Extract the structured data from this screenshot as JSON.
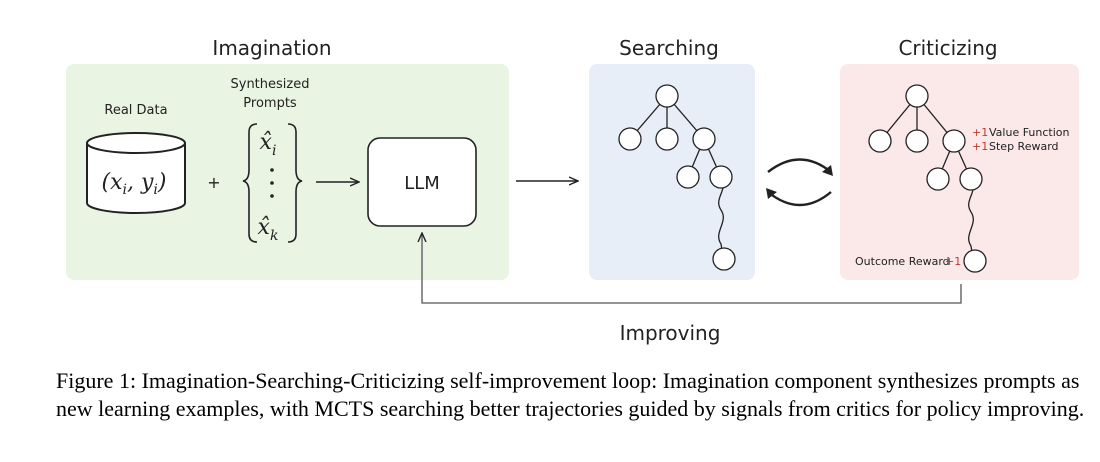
{
  "sections": {
    "imagination": "Imagination",
    "searching": "Searching",
    "criticizing": "Criticizing",
    "improving": "Improving"
  },
  "imagination": {
    "real_data_label": "Real Data",
    "real_data_formula": "(x_i, y_i)",
    "plus": "+",
    "synth_label_line1": "Synthesized",
    "synth_label_line2": "Prompts",
    "prompt_first": "x̂_i",
    "prompt_last": "x̂_k",
    "llm_label": "LLM"
  },
  "criticizing": {
    "value_function": "Value Function",
    "step_reward": "Step Reward",
    "outcome_reward": "Outcome Reward",
    "plus_one": "+1"
  },
  "caption": {
    "figure": "Figure 1:",
    "text": "Imagination-Searching-Criticizing self-improvement loop: Imagination component synthesizes prompts as new learning examples, with MCTS searching better trajectories guided by signals from critics for policy improving."
  },
  "colors": {
    "imagination_bg": "#eaf4e3",
    "searching_bg": "#e8eef7",
    "criticizing_bg": "#fbe9ea",
    "plus_one_red": "#c0392b"
  }
}
